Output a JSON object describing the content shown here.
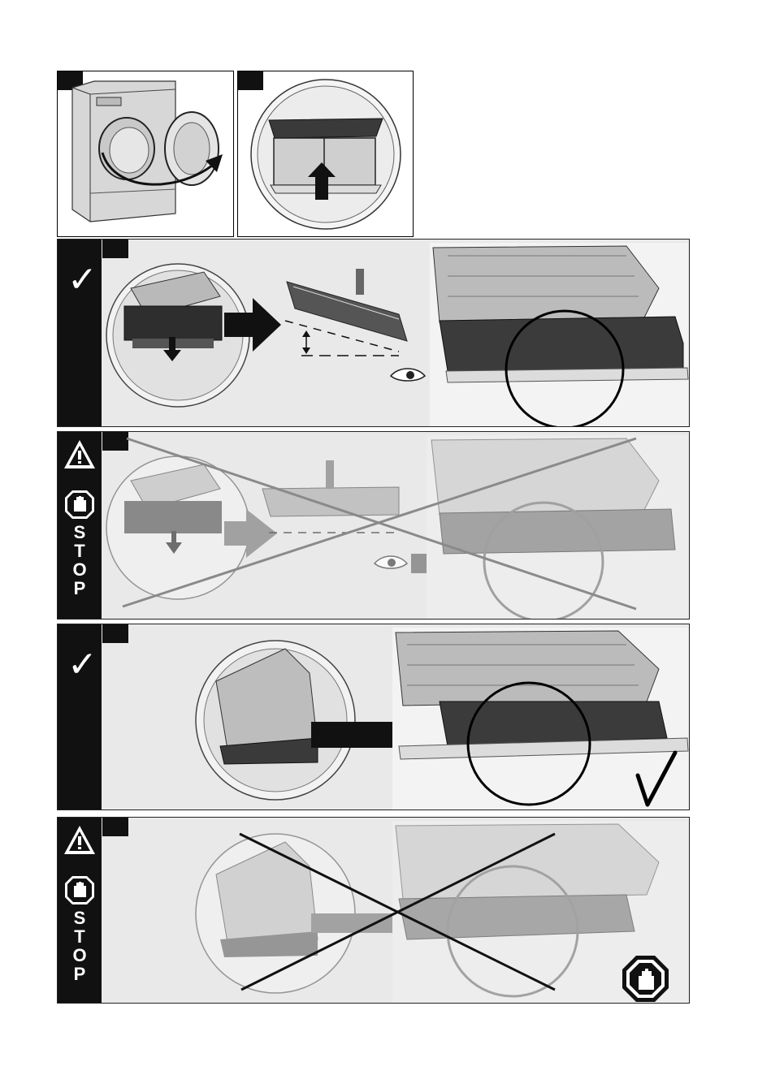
{
  "steps": [
    {
      "id": "1",
      "kind": "intro",
      "illustration": "dryer-door-open"
    },
    {
      "id": "2",
      "kind": "intro",
      "illustration": "filter-lift-out"
    },
    {
      "id": "3",
      "kind": "correct",
      "marker": "checkmark-icon"
    },
    {
      "id": "4",
      "kind": "wrong",
      "marker": "warning-stop-icon"
    },
    {
      "id": "5",
      "kind": "correct",
      "marker": "checkmark-icon"
    },
    {
      "id": "6",
      "kind": "wrong",
      "marker": "warning-stop-icon"
    }
  ],
  "labels": {
    "check": "✓",
    "stop_letters": [
      "S",
      "T",
      "O",
      "P"
    ]
  },
  "colors": {
    "bar": "#111111",
    "panel": "#e9e9e9",
    "faded": "#9a9a9a",
    "arrow": "#111111"
  }
}
